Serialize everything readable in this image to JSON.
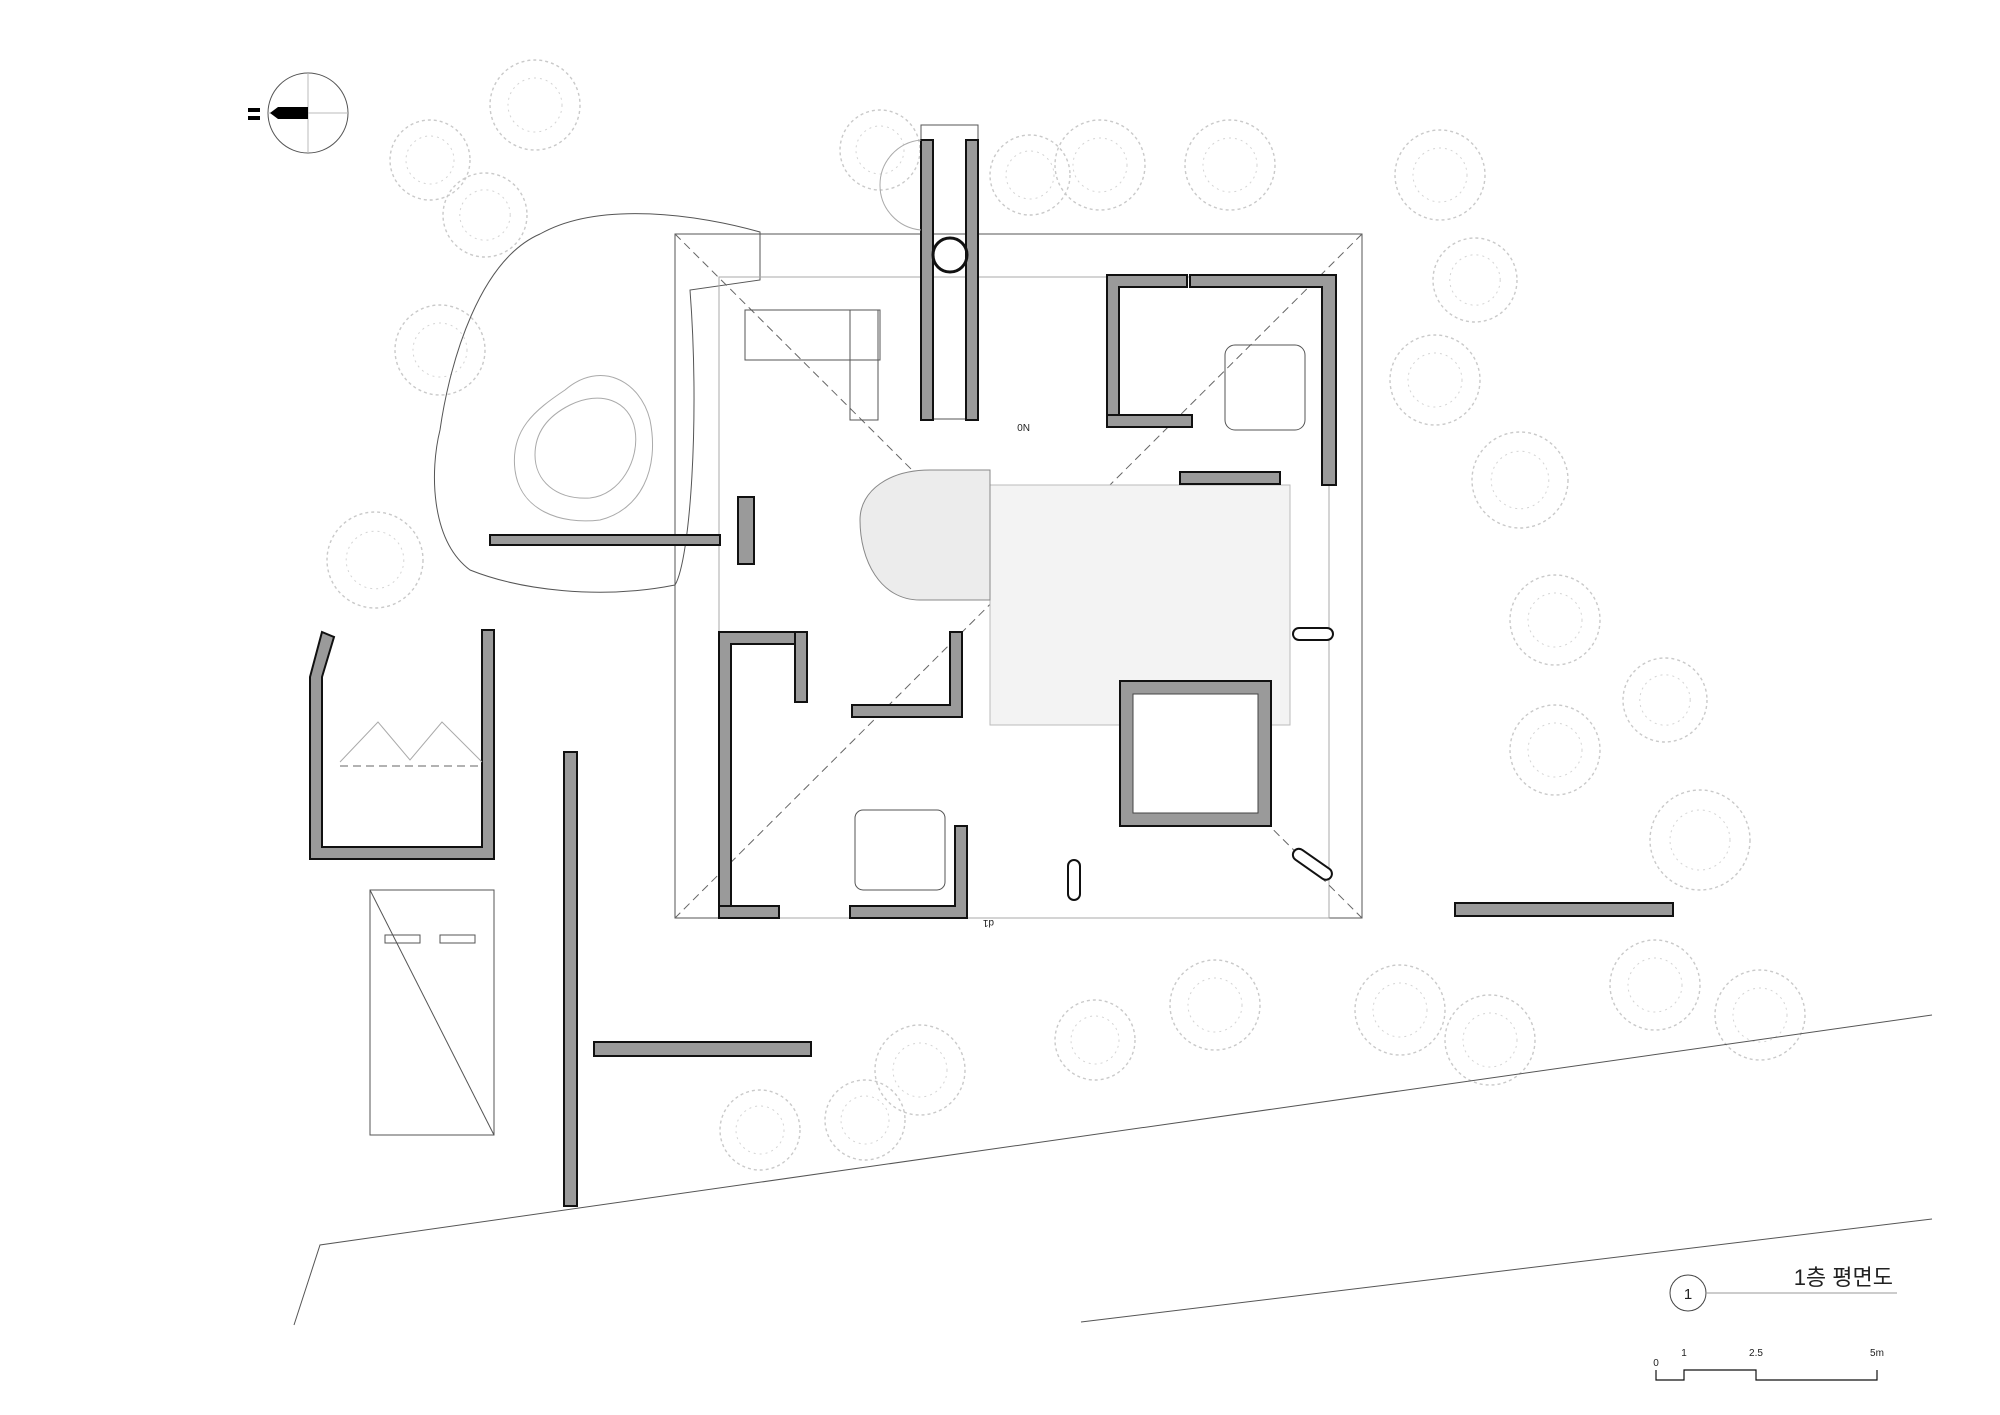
{
  "drawing": {
    "title": "1층 평면도",
    "number": "1",
    "north_label": "N",
    "markers": [
      "N0",
      "d1"
    ]
  },
  "scale_bar": {
    "labels": [
      "0",
      "1",
      "2.5",
      "5m"
    ],
    "values_m": [
      0,
      1,
      2.5,
      5
    ]
  },
  "colors": {
    "wall_fill": "#9a9a9a",
    "line": "#111111",
    "landscape": "#c9c9c9"
  }
}
